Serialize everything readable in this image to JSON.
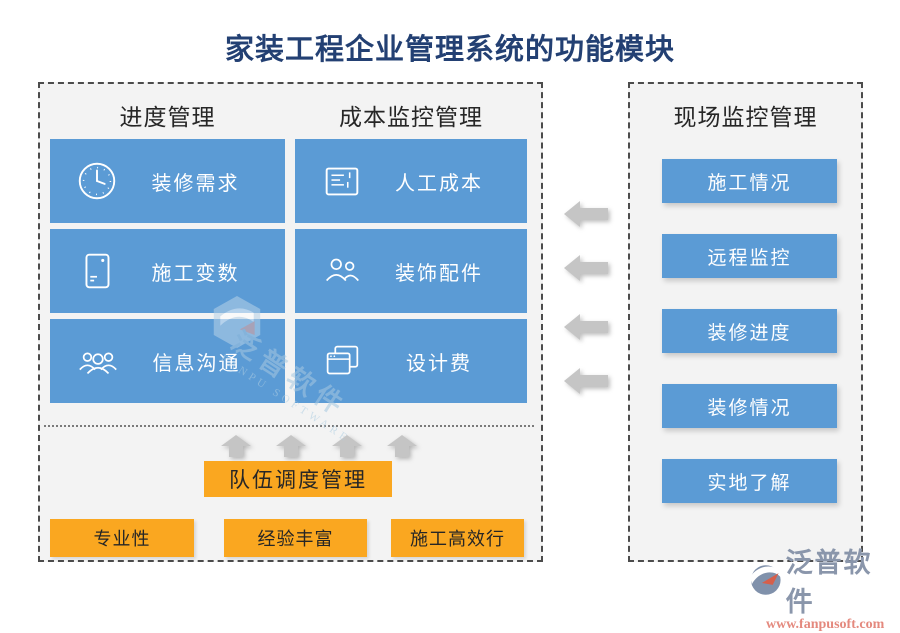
{
  "title": "家装工程企业管理系统的功能模块",
  "left_panel": {
    "columns": [
      {
        "header": "进度管理",
        "items": [
          {
            "icon": "clock-icon",
            "label": "装修需求"
          },
          {
            "icon": "envelope-icon",
            "label": "施工变数"
          },
          {
            "icon": "group-icon",
            "label": "信息沟通"
          }
        ]
      },
      {
        "header": "成本监控管理",
        "items": [
          {
            "icon": "id-card-icon",
            "label": "人工成本"
          },
          {
            "icon": "users-icon",
            "label": "装饰配件"
          },
          {
            "icon": "windows-icon",
            "label": "设计费"
          }
        ]
      }
    ],
    "bottom": {
      "title": "队伍调度管理",
      "tags": [
        "专业性",
        "经验丰富",
        "施工高效行"
      ]
    }
  },
  "right_panel": {
    "header": "现场监控管理",
    "items": [
      "施工情况",
      "远程监控",
      "装修进度",
      "装修情况",
      "实地了解"
    ]
  },
  "watermark_center": {
    "brand": "泛普软件",
    "sub": "FANPU SOFTWARE"
  },
  "watermark_corner": {
    "brand": "泛普软件",
    "url": "www.fanpusoft.com"
  },
  "colors": {
    "accent_blue": "#5B9BD5",
    "accent_orange": "#FAA720",
    "title_navy": "#234073",
    "arrow_gray": "#C5C5C5"
  }
}
